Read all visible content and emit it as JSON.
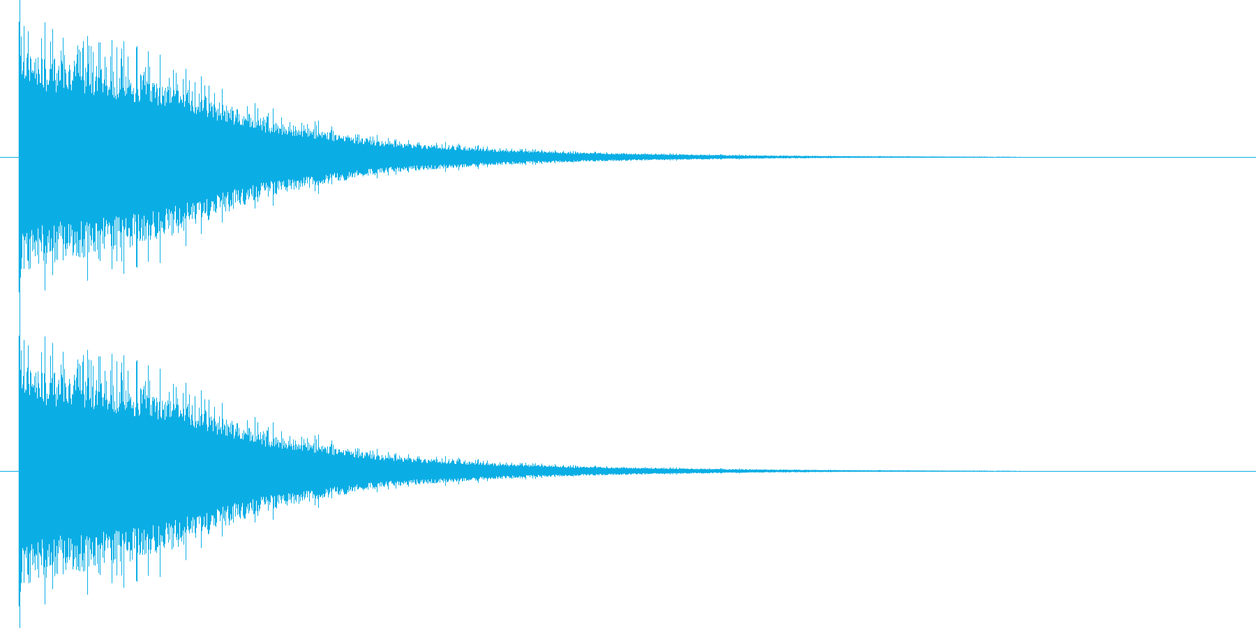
{
  "chart_data": {
    "type": "area",
    "subtype": "audio-waveform",
    "channels": [
      {
        "channel": 1
      },
      {
        "channel": 2
      }
    ],
    "x_range": [
      0,
      1
    ],
    "y_range": [
      -1,
      1
    ],
    "grid": false,
    "legend": "none",
    "envelope": {
      "x": [
        0.0,
        0.004,
        0.02,
        0.05,
        0.08,
        0.12,
        0.16,
        0.2,
        0.25,
        0.3,
        0.35,
        0.4,
        0.45,
        0.5,
        0.55,
        0.6,
        0.65,
        0.7,
        0.75,
        0.8,
        0.85,
        0.9,
        1.0
      ],
      "peak": [
        0.98,
        0.82,
        0.76,
        0.72,
        0.66,
        0.58,
        0.42,
        0.28,
        0.19,
        0.11,
        0.08,
        0.05,
        0.035,
        0.025,
        0.018,
        0.012,
        0.008,
        0.005,
        0.003,
        0.002,
        0.0,
        0.0,
        0.0
      ]
    },
    "colors": {
      "waveform": "#0aaee5",
      "center_line": "#0aaee5",
      "background": "#ffffff"
    }
  }
}
